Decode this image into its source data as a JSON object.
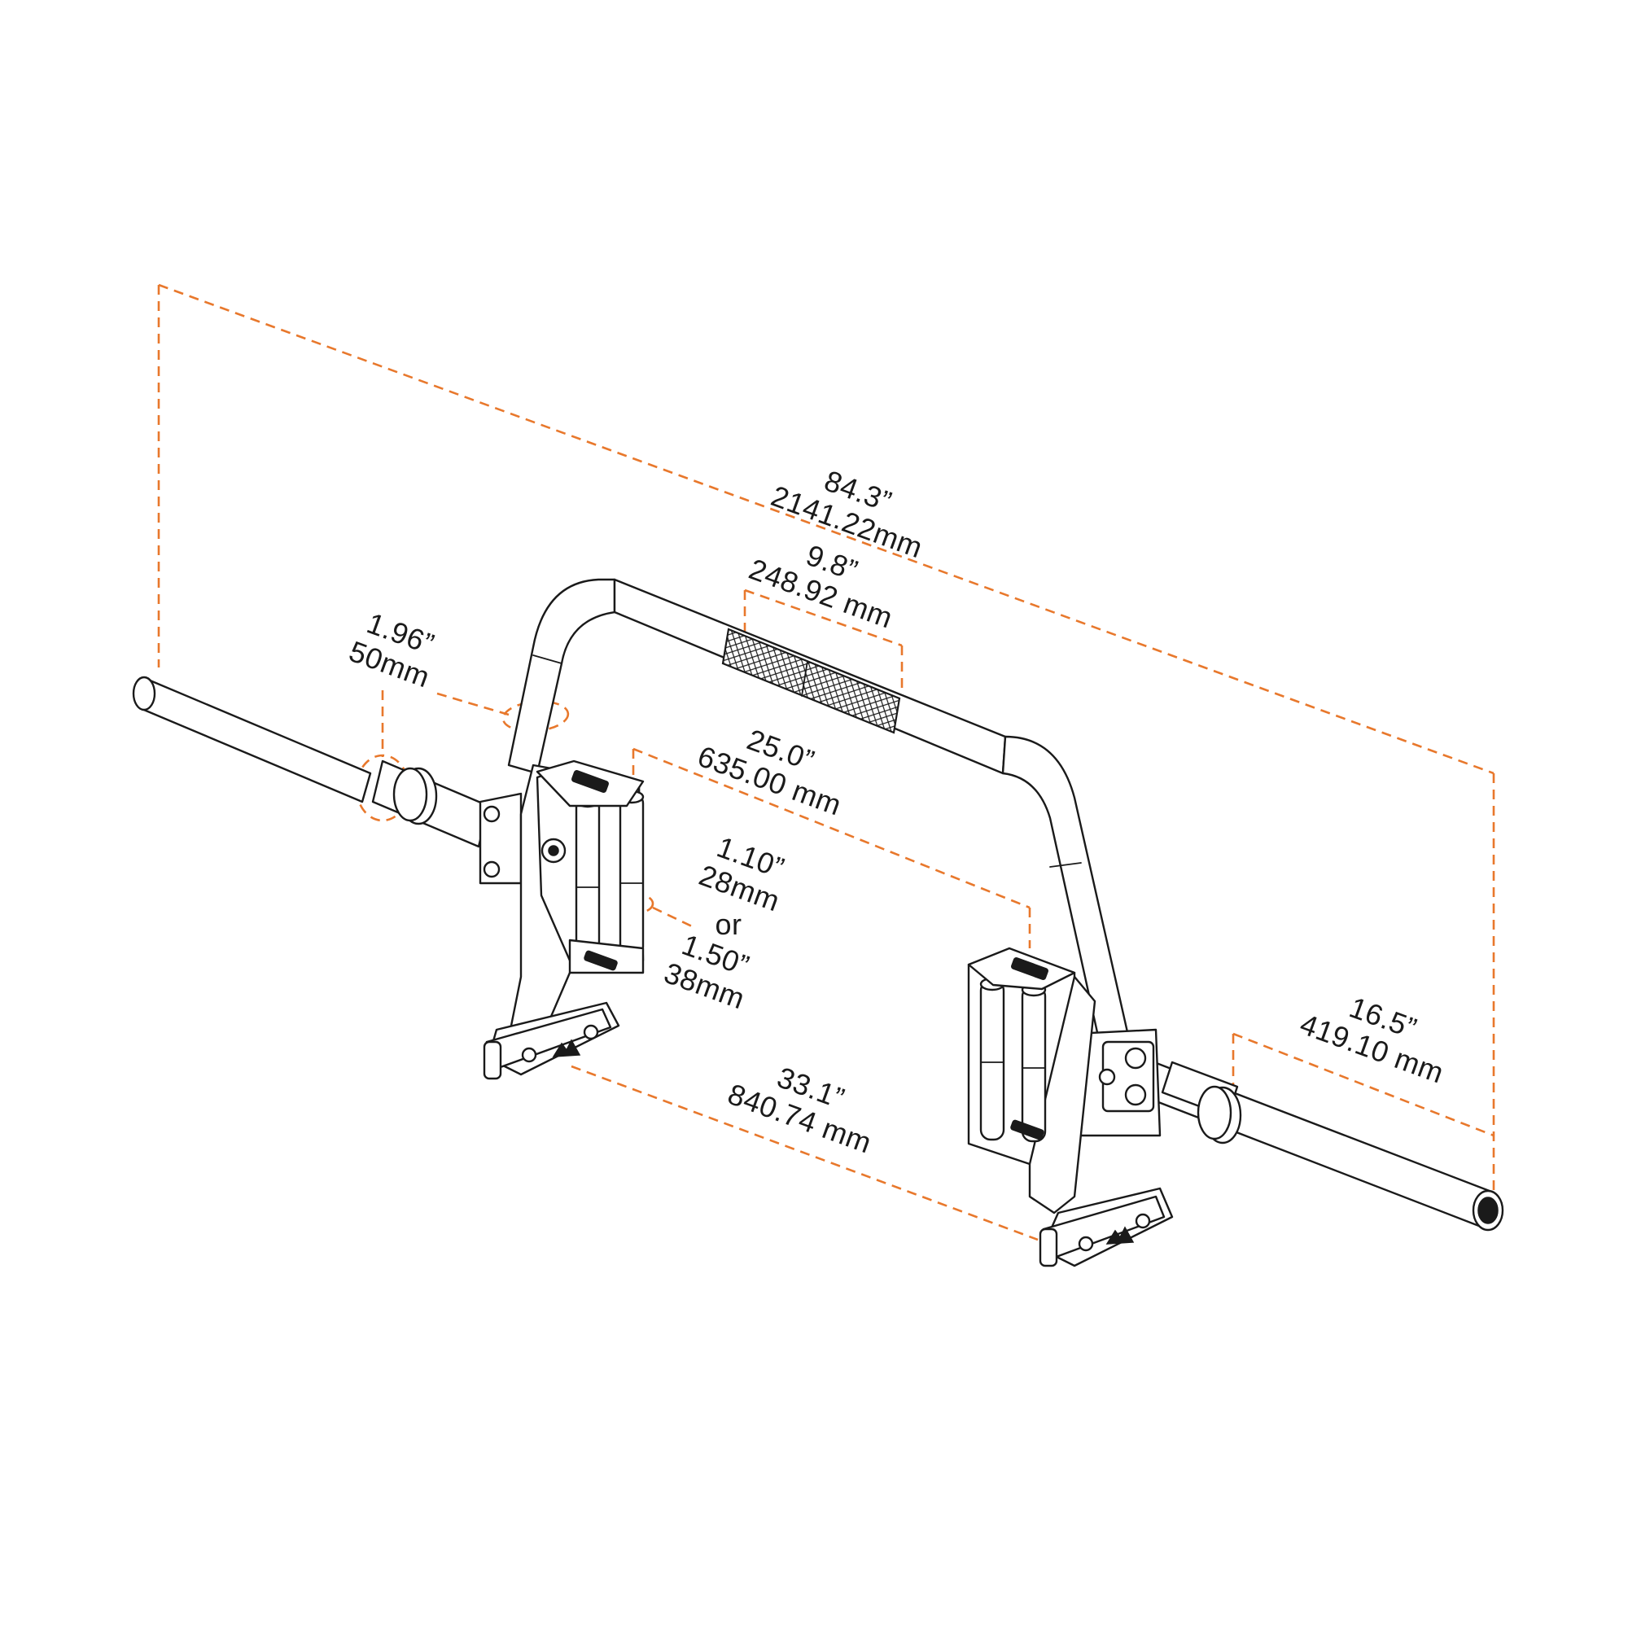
{
  "colors": {
    "dimension_line": "#e8782c",
    "drawing_line": "#1a1a1a",
    "background": "#ffffff"
  },
  "logos": [
    "brand-logo-mark",
    "mountain-logo-mark"
  ],
  "dimensions": {
    "overall_length": {
      "imperial": "84.3”",
      "metric": "2141.22mm"
    },
    "knurl_length": {
      "imperial": "9.8”",
      "metric": "248.92 mm"
    },
    "sleeve_diameter": {
      "imperial": "1.96”",
      "metric": "50mm"
    },
    "handle_width": {
      "imperial": "25.0”",
      "metric": "635.00 mm"
    },
    "roller_diameter": {
      "imperial_a": "1.10”",
      "metric_a": "28mm",
      "or": "or",
      "imperial_b": "1.50”",
      "metric_b": "38mm"
    },
    "foot_spacing": {
      "imperial": "33.1”",
      "metric": "840.74 mm"
    },
    "sleeve_length": {
      "imperial": "16.5”",
      "metric": "419.10 mm"
    }
  }
}
